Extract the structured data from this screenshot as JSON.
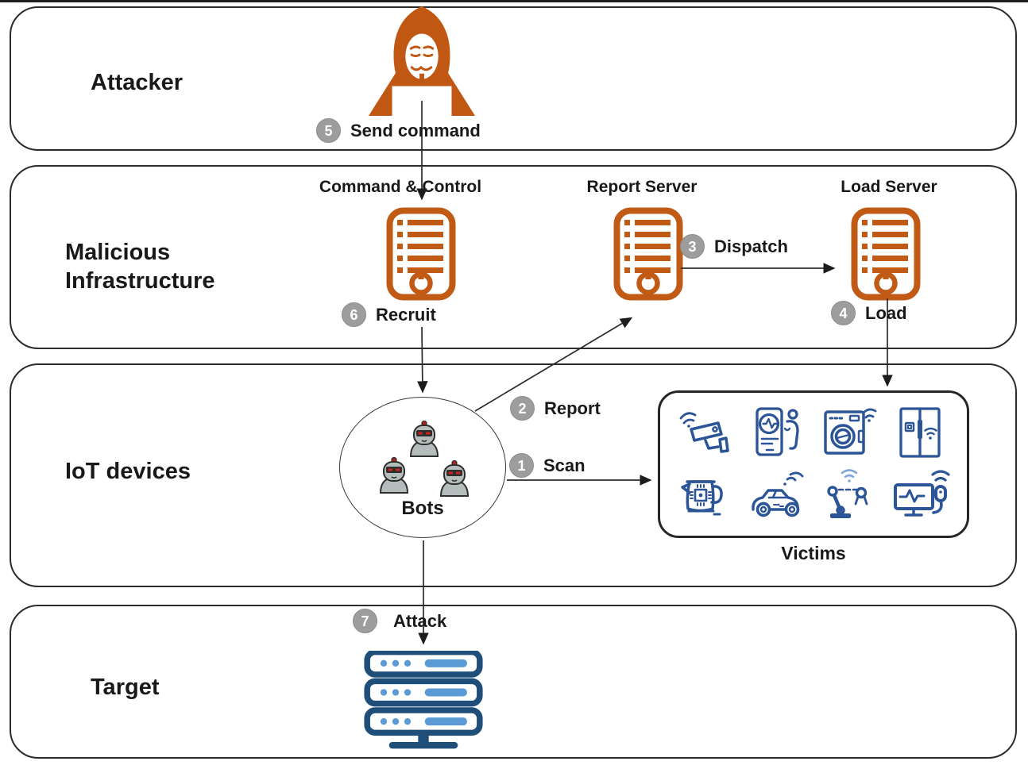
{
  "bands": {
    "attacker": {
      "label": "Attacker"
    },
    "malicious": {
      "label": "Malicious\nInfrastructure"
    },
    "iot": {
      "label": "IoT devices"
    },
    "target": {
      "label": "Target"
    }
  },
  "nodes": {
    "cnc": {
      "label": "Command & Control"
    },
    "report_server": {
      "label": "Report Server"
    },
    "load_server": {
      "label": "Load Server"
    },
    "bots": {
      "label": "Bots"
    },
    "victims": {
      "label": "Victims"
    }
  },
  "steps": {
    "scan": {
      "num": "1",
      "label": "Scan"
    },
    "report": {
      "num": "2",
      "label": "Report"
    },
    "dispatch": {
      "num": "3",
      "label": "Dispatch"
    },
    "load": {
      "num": "4",
      "label": "Load"
    },
    "send_command": {
      "num": "5",
      "label": "Send command"
    },
    "recruit": {
      "num": "6",
      "label": "Recruit"
    },
    "attack": {
      "num": "7",
      "label": "Attack"
    }
  },
  "victims_devices": {
    "d1": "security camera",
    "d2": "health smartphone",
    "d3": "washing machine",
    "d4": "smart fridge",
    "d5": "smart kettle",
    "d6": "connected car",
    "d7": "robot arm",
    "d8": "medical monitor"
  },
  "colors": {
    "server_orange": "#C05A15",
    "attacker_orange": "#C05712",
    "device_blue": "#2B5597",
    "device_blue_light": "#7FA8D8",
    "target_navy": "#1F4E79",
    "target_light_blue": "#5B9BD5",
    "step_circle_gray": "#9D9D9D",
    "line_dark": "#262626"
  }
}
